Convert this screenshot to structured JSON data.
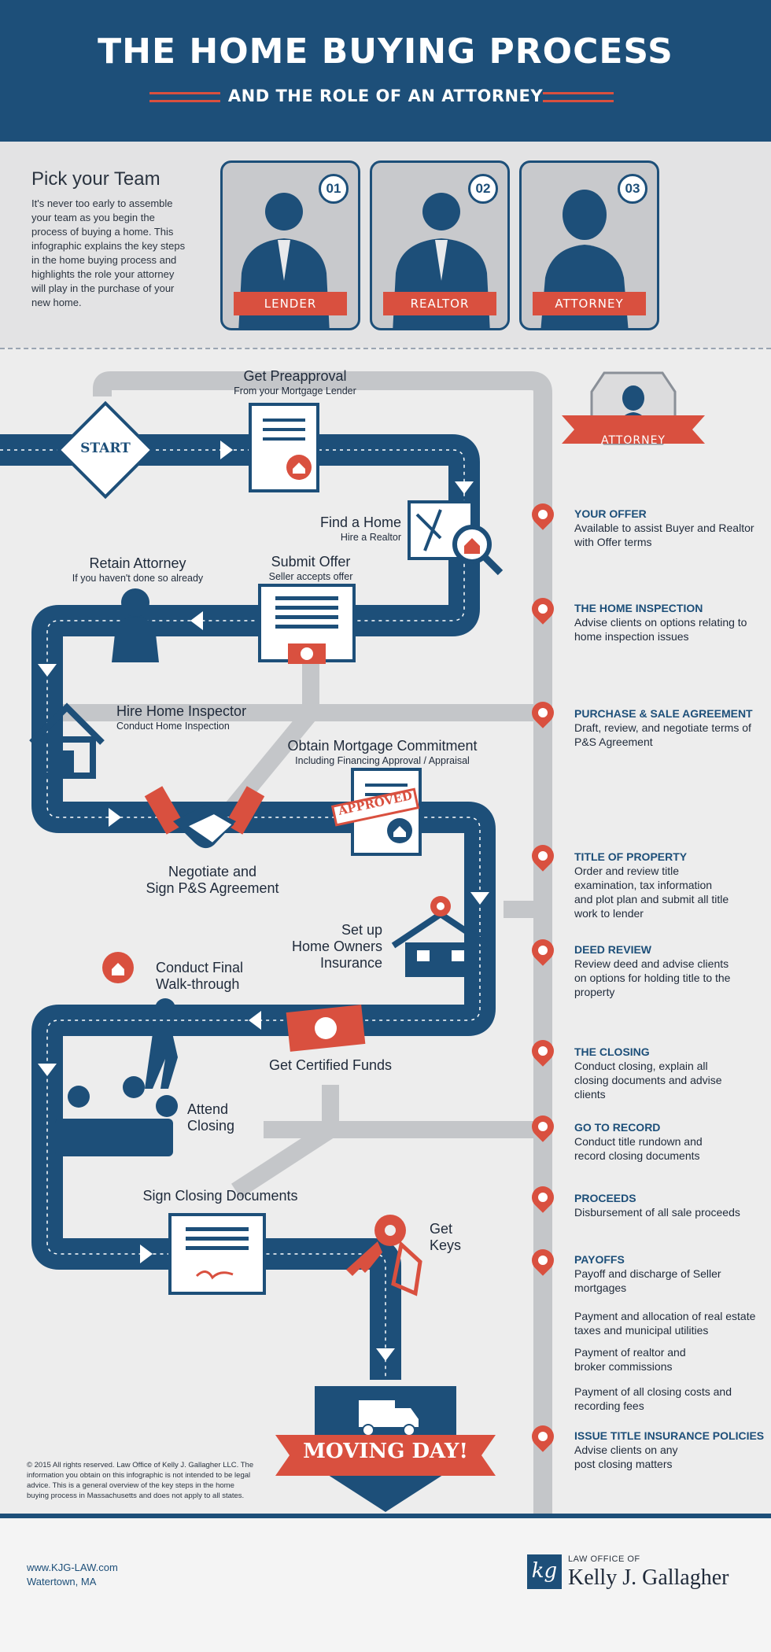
{
  "header": {
    "title": "THE HOME BUYING PROCESS",
    "subtitle": "AND THE ROLE OF AN ATTORNEY"
  },
  "team": {
    "title": "Pick your Team",
    "description": "It's never too early to assemble your team as you begin the process of buying a home. This infographic explains the key steps in the home buying process and highlights the role your attorney will play in the purchase of your new home.",
    "cards": [
      {
        "num": "01",
        "label": "LENDER"
      },
      {
        "num": "02",
        "label": "REALTOR"
      },
      {
        "num": "03",
        "label": "ATTORNEY"
      }
    ]
  },
  "flow": {
    "start": "START",
    "preapproval": {
      "title": "Get Preapproval",
      "sub": "From your Mortgage Lender"
    },
    "find_home": {
      "title": "Find a Home",
      "sub": "Hire a Realtor"
    },
    "submit_offer": {
      "title": "Submit Offer",
      "sub": "Seller accepts offer"
    },
    "retain_attorney": {
      "title": "Retain Attorney",
      "sub": "If you haven't done so already"
    },
    "hire_inspector": {
      "title": "Hire Home Inspector",
      "sub": "Conduct Home Inspection"
    },
    "mortgage_commitment": {
      "title": "Obtain Mortgage Commitment",
      "sub": "Including Financing Approval / Appraisal"
    },
    "approved_stamp": "APPROVED",
    "negotiate": {
      "line1": "Negotiate and",
      "line2": "Sign P&S Agreement"
    },
    "insurance": {
      "line1": "Set up",
      "line2": "Home Owners",
      "line3": "Insurance"
    },
    "walkthrough": {
      "line1": "Conduct Final",
      "line2": "Walk-through"
    },
    "certified_funds": "Get Certified Funds",
    "attend_closing": {
      "line1": "Attend",
      "line2": "Closing"
    },
    "sign_docs": "Sign Closing Documents",
    "get_keys": {
      "line1": "Get",
      "line2": "Keys"
    },
    "moving_day": "MOVING DAY!",
    "attorney_badge": "ATTORNEY"
  },
  "attorney_roles": [
    {
      "heading": "YOUR OFFER",
      "body": "Available to assist Buyer and Realtor with Offer terms"
    },
    {
      "heading": "THE HOME INSPECTION",
      "body": "Advise clients on options relating to home inspection issues"
    },
    {
      "heading": "PURCHASE & SALE AGREEMENT",
      "body": "Draft, review, and negotiate terms of P&S Agreement"
    },
    {
      "heading": "TITLE OF PROPERTY",
      "body": "Order and review title examination, tax information and plot plan and submit all title work to lender"
    },
    {
      "heading": "DEED REVIEW",
      "body": "Review deed and advise clients on options for holding title to the property"
    },
    {
      "heading": "THE CLOSING",
      "body": "Conduct closing, explain all closing documents and advise clients"
    },
    {
      "heading": "GO TO RECORD",
      "body": "Conduct title rundown and record closing documents"
    },
    {
      "heading": "PROCEEDS",
      "body": "Disbursement of all sale proceeds"
    },
    {
      "heading": "PAYOFFS",
      "body": "Payoff and discharge of Seller mortgages"
    },
    {
      "heading": "",
      "body": "Payment and allocation of real estate taxes and municipal utilities"
    },
    {
      "heading": "",
      "body": "Payment of realtor and broker commissions"
    },
    {
      "heading": "",
      "body": "Payment of all closing costs and recording fees"
    },
    {
      "heading": "ISSUE TITLE INSURANCE POLICIES",
      "body": "Advise clients on any post closing matters"
    }
  ],
  "footnote": "© 2015 All rights reserved. Law Office of Kelly J. Gallagher LLC. The information you obtain on this infographic is not intended to be legal advice. This is a general overview of the key steps in the home buying process in Massachusetts and does not apply to all states.",
  "footer": {
    "url": "www.KJG-LAW.com",
    "location": "Watertown, MA",
    "logo_glyph": "kg",
    "logo_small": "LAW OFFICE OF",
    "logo_name": "Kelly J. Gallagher"
  },
  "colors": {
    "navy": "#1d4f79",
    "red": "#d9503f",
    "gray": "#c4c6c9",
    "bg": "#ededed"
  }
}
